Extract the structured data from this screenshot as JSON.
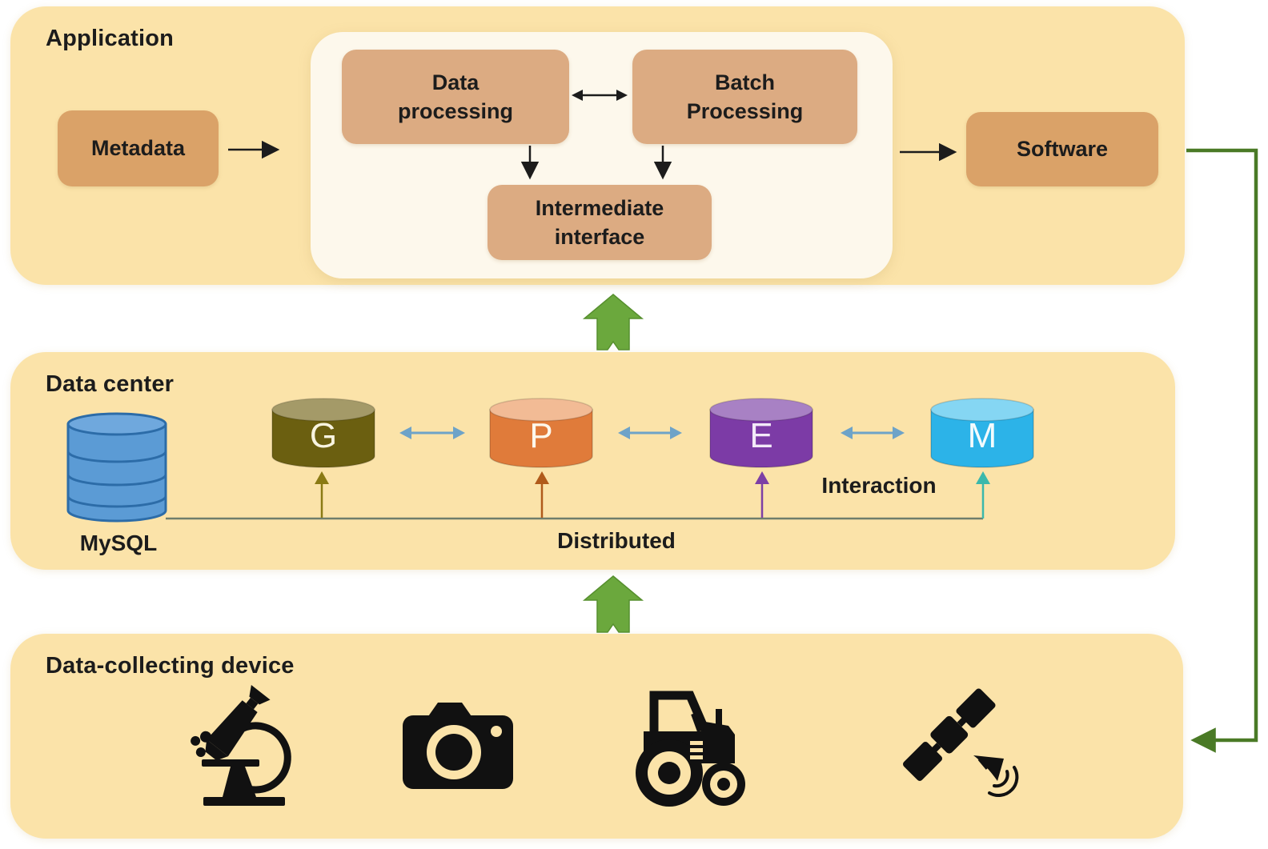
{
  "application": {
    "title": "Application",
    "metadata_label": "Metadata",
    "data_processing_label": "Data processing",
    "batch_processing_label": "Batch Processing",
    "intermediate_interface_label": "Intermediate interface",
    "software_label": "Software"
  },
  "data_center": {
    "title": "Data center",
    "mysql_label": "MySQL",
    "distributed_label": "Distributed",
    "interaction_label": "Interaction",
    "nodes": [
      {
        "letter": "G",
        "body_color": "#6b5f10",
        "top_color": "#a49a68",
        "arrow_color": "#8a7a14"
      },
      {
        "letter": "P",
        "body_color": "#e07b3a",
        "top_color": "#f2bb95",
        "arrow_color": "#b05a1a"
      },
      {
        "letter": "E",
        "body_color": "#7c3ba6",
        "top_color": "#a881c4",
        "arrow_color": "#7d3fa5"
      },
      {
        "letter": "M",
        "body_color": "#2cb3e8",
        "top_color": "#85d6f3",
        "arrow_color": "#3bb8ab"
      }
    ]
  },
  "devices": {
    "title": "Data-collecting device",
    "icons": [
      {
        "name": "microscope-icon"
      },
      {
        "name": "camera-icon"
      },
      {
        "name": "tractor-icon"
      },
      {
        "name": "satellite-icon"
      }
    ]
  },
  "colors": {
    "panel_bg": "#fbe3a9",
    "inner_panel_bg": "#fdf8ec",
    "box_tan": "#dcab82",
    "box_orange": "#daa268",
    "ribbon_green": "#6ba83d",
    "feedback_green": "#4a7a26",
    "link_blue": "#6ea3c8",
    "distributed_line": "#6f7e6c",
    "mysql_blue": "#5b9bd5",
    "mysql_top_blue": "#6fa8dd",
    "mysql_stroke": "#2c6ca8",
    "icon_black": "#111111",
    "text": "#1c1c1c"
  }
}
